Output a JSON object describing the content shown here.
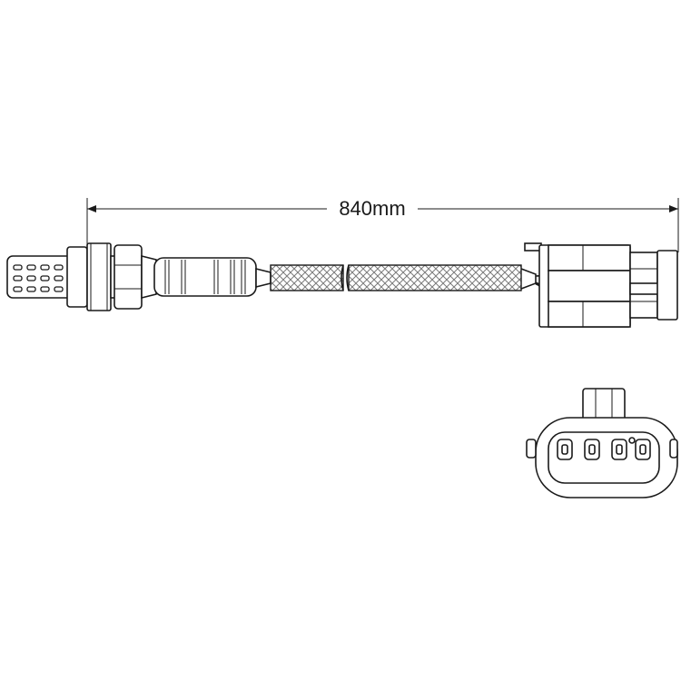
{
  "dimension": {
    "label": "840mm"
  },
  "colors": {
    "line": "#1a1a1a",
    "braid": "#7a7a7a",
    "background": "#ffffff"
  },
  "parts": {
    "sensor_tip": "oxygen-sensor-probe",
    "connector": "four-pin-plug",
    "connector_face_pins": 4
  }
}
